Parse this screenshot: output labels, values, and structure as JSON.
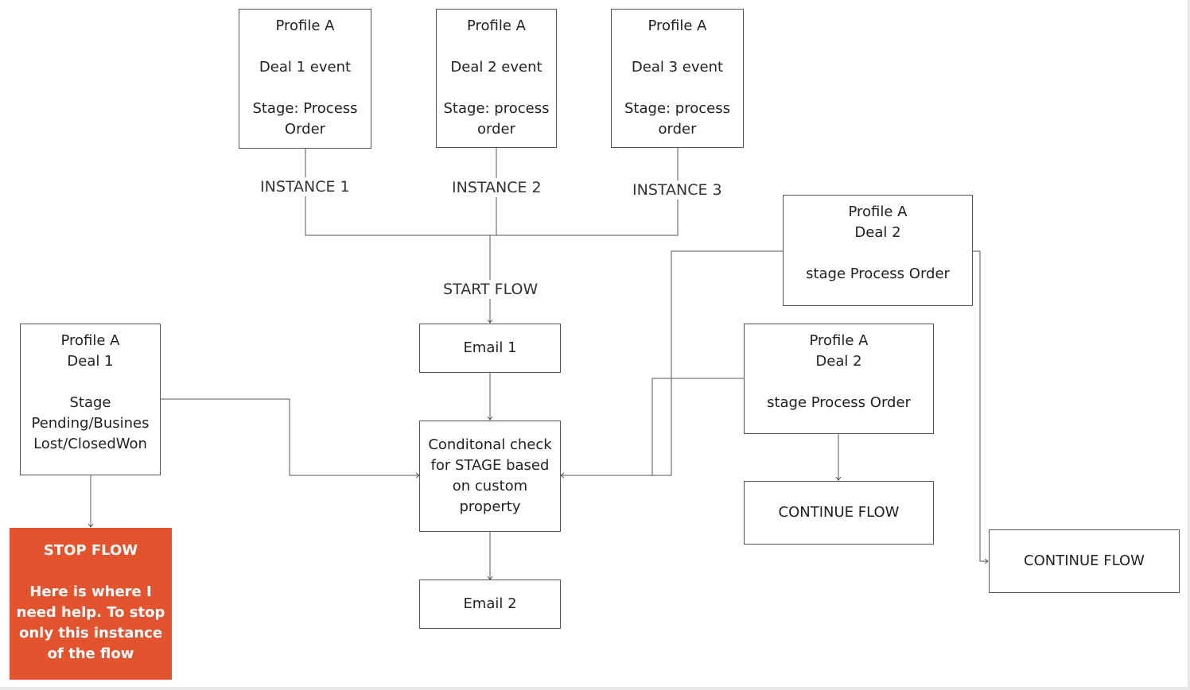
{
  "nodes": {
    "profile_deal1_event": "Profile A\n\nDeal 1 event\n\nStage: Process\nOrder",
    "profile_deal2_event": "Profile A\n\nDeal 2 event\n\nStage: process\norder",
    "profile_deal3_event": "Profile A\n\nDeal 3 event\n\nStage: process\norder",
    "profile_deal2_upper": "Profile A\nDeal 2\n\nstage Process Order",
    "profile_deal1_stage": "Profile A\nDeal 1\n\nStage\nPending/Busines\nLost/ClosedWon",
    "email1": "Email 1",
    "profile_deal2_lower": "Profile A\nDeal 2\n\nstage Process Order",
    "conditional_check": "Conditonal check\nfor STAGE based\non custom\nproperty",
    "continue_flow_middle": "CONTINUE FLOW",
    "continue_flow_right": "CONTINUE FLOW",
    "email2": "Email 2",
    "stop_flow": "STOP FLOW\n\nHere is where I\nneed help. To stop\nonly this instance\nof the flow"
  },
  "edge_labels": {
    "instance1": "INSTANCE 1",
    "instance2": "INSTANCE 2",
    "instance3": "INSTANCE 3",
    "start_flow": "START FLOW"
  },
  "colors": {
    "stop_fill": "#e3542e",
    "stroke": "#555555",
    "text": "#222222"
  }
}
